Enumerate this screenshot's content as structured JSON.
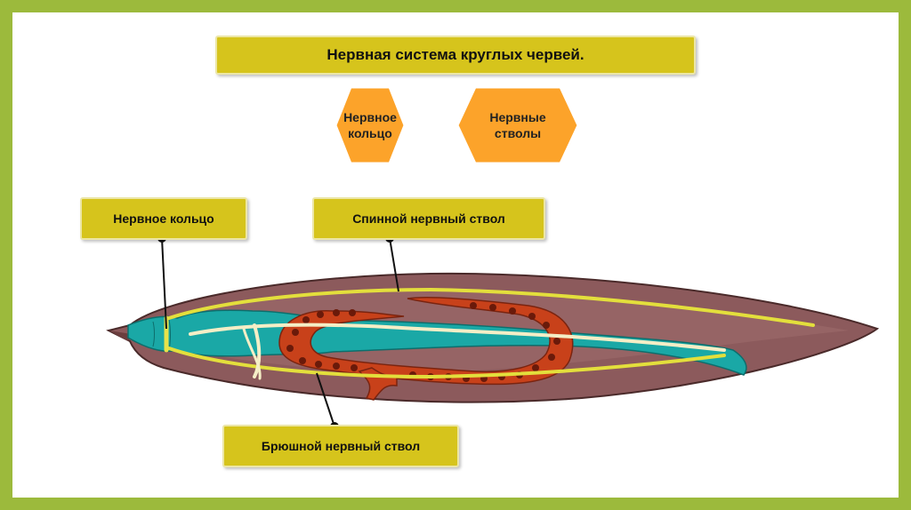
{
  "title": "Нервная система круглых червей.",
  "hexagons": [
    {
      "label": "Нервное\nкольцо"
    },
    {
      "label": "Нервные\nстволы"
    }
  ],
  "labels": {
    "nerve_ring": "Нервное кольцо",
    "dorsal_trunk": "Спинной нервный ствол",
    "ventral_trunk": "Брюшной нервный ствол"
  },
  "colors": {
    "frame": "#9cba3c",
    "box_fill": "#d6c41c",
    "hex_fill": "#fca32a",
    "body": "#8c5a5c",
    "nerve": "#e3df3c",
    "gut": "#1aa8a6",
    "ovary": "#c8411a"
  }
}
